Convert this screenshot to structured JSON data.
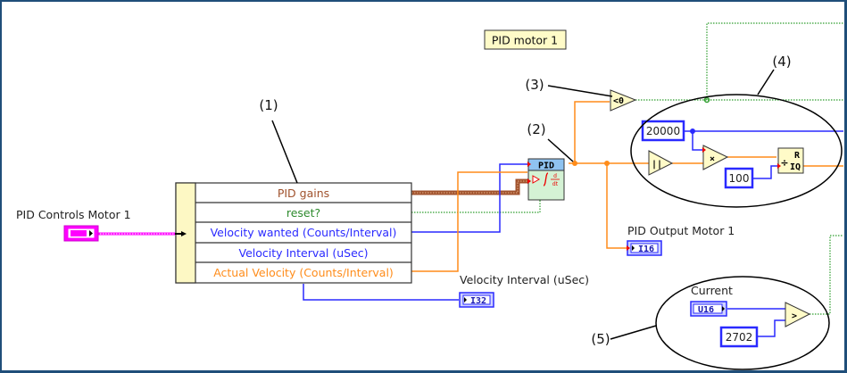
{
  "diagram": {
    "title_label": "PID motor 1",
    "colors": {
      "frame": "#1f4e79",
      "cluster_wire": "#f0f",
      "gains_wire": "#a0522d",
      "bool_wire": "#2e9e2e",
      "int_wire": "#2a2aff",
      "float_wire": "#ff8c1a",
      "node_fill": "#fffbc8",
      "pid_header": "#8fc3f0",
      "pid_body": "#d4f2d4"
    },
    "callouts": [
      "(1)",
      "(2)",
      "(3)",
      "(4)",
      "(5)"
    ],
    "input_control": {
      "label": "PID Controls Motor 1",
      "type": "cluster"
    },
    "unbundle_rows": [
      {
        "label": "PID gains",
        "color": "#a0522d"
      },
      {
        "label": "reset?",
        "color": "#2e8b2e"
      },
      {
        "label": "Velocity wanted (Counts/Interval)",
        "color": "#2a2aff"
      },
      {
        "label": "Velocity Interval (uSec)",
        "color": "#2a2aff"
      },
      {
        "label": "Actual Velocity (Counts/Interval)",
        "color": "#ff8c1a"
      }
    ],
    "pid_vi": {
      "header": "PID",
      "body_icon": "gain-integral-derivative-icon",
      "deriv_top": "d",
      "deriv_bottom": "dt"
    },
    "less_than_zero": {
      "label": "<0"
    },
    "abs_node": {
      "label": "||"
    },
    "multiply_node": {
      "label": "×"
    },
    "quotient_node": {
      "symbol": "÷",
      "out_r": "R",
      "out_iq": "IQ"
    },
    "greater_node": {
      "label": ">"
    },
    "constants": {
      "c20000": "20000",
      "c100": "100",
      "c2702": "2702"
    },
    "indicators": {
      "pid_output": {
        "label": "PID Output Motor 1",
        "type": "I16"
      },
      "velocity_interval": {
        "label": "Velocity Interval (uSec)",
        "type": "I32"
      },
      "current": {
        "label": "Current",
        "type": "U16"
      }
    }
  }
}
